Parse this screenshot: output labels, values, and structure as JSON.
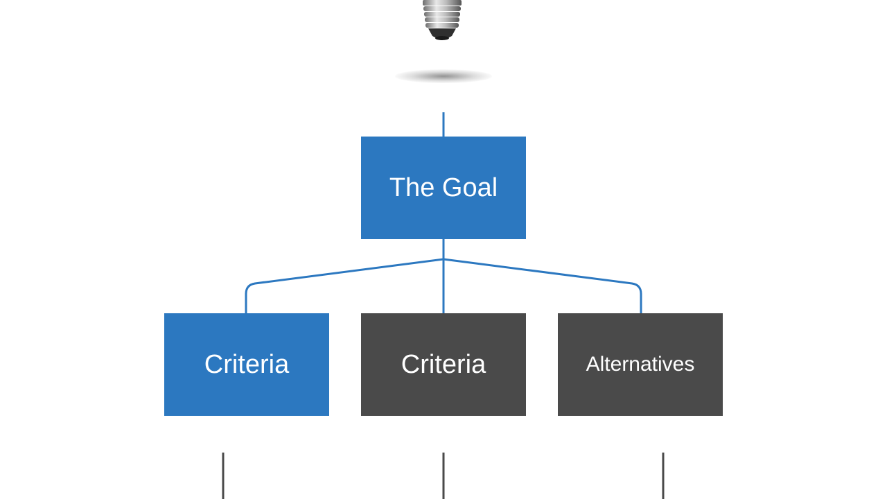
{
  "diagram": {
    "goal": {
      "label": "The Goal",
      "color": "#2c78c0"
    },
    "children": [
      {
        "label": "Criteria",
        "color": "#2c78c0"
      },
      {
        "label": "Criteria",
        "color": "#4a4a4a"
      },
      {
        "label": "Alternatives",
        "color": "#4a4a4a"
      }
    ],
    "connector_color": "#2c78c0",
    "lower_line_color": "#4a4a4a",
    "icon": "light-bulb-icon"
  }
}
